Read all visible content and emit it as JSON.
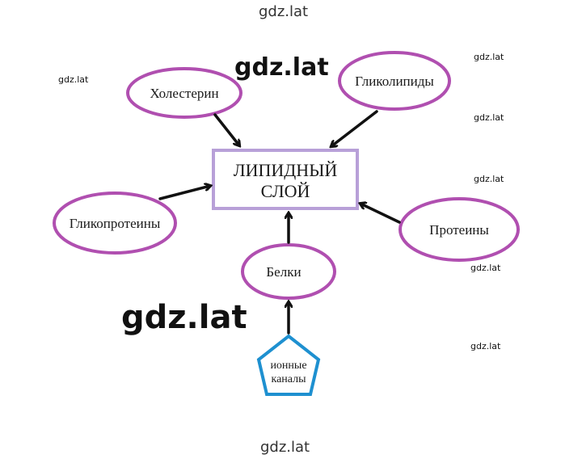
{
  "watermarks": {
    "top": "gdz.lat",
    "bottom": "gdz.lat",
    "large_center": "gdz.lat",
    "large_lower": "gdz.lat",
    "small_left": "gdz.lat",
    "small_right_1": "gdz.lat",
    "small_right_2": "gdz.lat",
    "small_right_3": "gdz.lat",
    "small_right_4": "gdz.lat",
    "small_right_5": "gdz.lat"
  },
  "diagram": {
    "center": {
      "line1": "ЛИПИДНЫЙ",
      "line2": "СЛОЙ"
    },
    "nodes": {
      "cholesterol": "Холестерин",
      "glycolipids": "Гликолипиды",
      "glycoproteins": "Гликопротеины",
      "proteins": "Протеины",
      "belki": "Белки"
    },
    "pentagon": {
      "line1": "ионные",
      "line2": "каналы"
    }
  },
  "colors": {
    "ellipse_stroke": "#b04fb0",
    "center_border": "#b8a0d8",
    "pentagon_stroke": "#1e90d0",
    "arrow": "#111111"
  }
}
